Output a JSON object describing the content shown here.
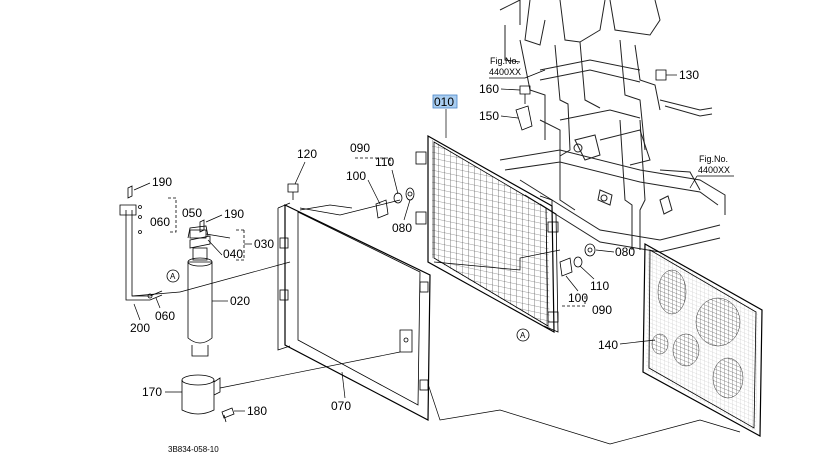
{
  "callouts": {
    "c010": "010",
    "c020": "020",
    "c030": "030",
    "c040": "040",
    "c050": "050",
    "c060a": "060",
    "c060b": "060",
    "c070": "070",
    "c080a": "080",
    "c080b": "080",
    "c090a": "090",
    "c090b": "090",
    "c100a": "100",
    "c100b": "100",
    "c110a": "110",
    "c110b": "110",
    "c120": "120",
    "c130": "130",
    "c140": "140",
    "c150": "150",
    "c160": "160",
    "c170": "170",
    "c180": "180",
    "c190a": "190",
    "c190b": "190",
    "c200": "200"
  },
  "refs": {
    "fig1_title": "Fig.No.",
    "fig1_num": "4400XX",
    "fig2_title": "Fig.No.",
    "fig2_num": "4400XX",
    "markerA1": "A",
    "markerA2": "A"
  },
  "drawing_code": "3B834-058-10",
  "colors": {
    "highlight": "#a9cdf0"
  }
}
